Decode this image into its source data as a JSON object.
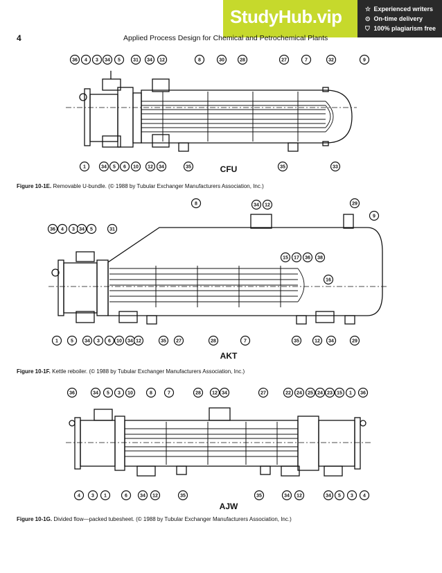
{
  "header": {
    "page_number": "4",
    "running_title": "Applied Process Design for Chemical and Petrochemical Plants"
  },
  "banner": {
    "logo": "StudyHub.vip",
    "features": [
      {
        "icon": "star-icon",
        "text": "Experienced writers"
      },
      {
        "icon": "clock-icon",
        "text": "On-time delivery"
      },
      {
        "icon": "shield-icon",
        "text": "100% plagiarism free"
      }
    ]
  },
  "figures": [
    {
      "id": "Figure 10-1E.",
      "caption": "Removable U-bundle. (© 1988 by Tubular Exchanger Manufacturers Association, Inc.)",
      "type_code": "CFU",
      "top_labels": [
        "36",
        "4",
        "3",
        "34",
        "5",
        "31",
        "34",
        "12",
        "8",
        "30",
        "28",
        "27",
        "7",
        "32",
        "9"
      ],
      "bottom_labels": [
        "1",
        "34",
        "5",
        "6",
        "10",
        "12",
        "34",
        "35",
        "35",
        "33"
      ]
    },
    {
      "id": "Figure 10-1F.",
      "caption": "Kettle reboiler. (© 1988 by Tubular Exchanger Manufacturers Association, Inc.)",
      "type_code": "AKT",
      "top_labels": [
        "8",
        "34",
        "12",
        "29",
        "9",
        "36",
        "4",
        "3",
        "34",
        "5",
        "31",
        "15",
        "17",
        "36",
        "38",
        "16"
      ],
      "bottom_labels": [
        "1",
        "5",
        "34",
        "3",
        "6",
        "10",
        "34",
        "12",
        "35",
        "27",
        "28",
        "7",
        "35",
        "12",
        "34",
        "29"
      ]
    },
    {
      "id": "Figure 10-1G.",
      "caption": "Divided flow—packed tubesheet. (© 1988 by Tubular Exchanger Manufacturers Association, Inc.)",
      "type_code": "AJW",
      "top_labels": [
        "36",
        "34",
        "5",
        "3",
        "10",
        "8",
        "7",
        "28",
        "12",
        "34",
        "27",
        "22",
        "24",
        "25",
        "24",
        "23",
        "15",
        "1",
        "36"
      ],
      "bottom_labels": [
        "4",
        "3",
        "1",
        "6",
        "34",
        "12",
        "35",
        "35",
        "34",
        "12",
        "34",
        "5",
        "3",
        "4"
      ]
    }
  ]
}
